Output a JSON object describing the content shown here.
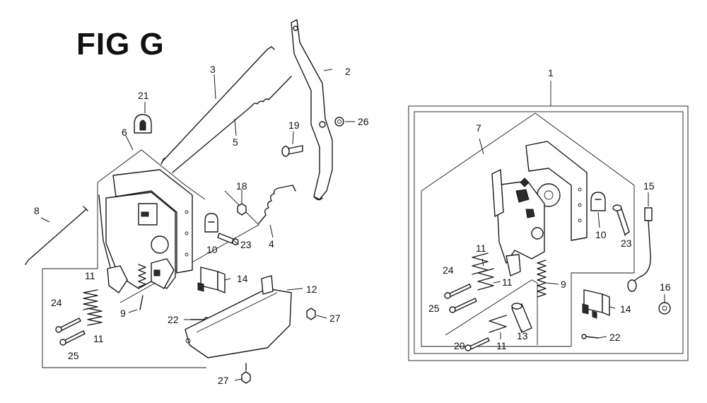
{
  "title": "FIG G",
  "callouts_left": [
    "2",
    "3",
    "4",
    "5",
    "6",
    "8",
    "9",
    "10",
    "11",
    "11",
    "12",
    "14",
    "18",
    "19",
    "21",
    "22",
    "23",
    "24",
    "25",
    "26",
    "27",
    "27"
  ],
  "callouts_right": [
    "1",
    "7",
    "9",
    "10",
    "11",
    "11",
    "11",
    "13",
    "14",
    "15",
    "16",
    "20",
    "22",
    "23",
    "24",
    "25"
  ]
}
